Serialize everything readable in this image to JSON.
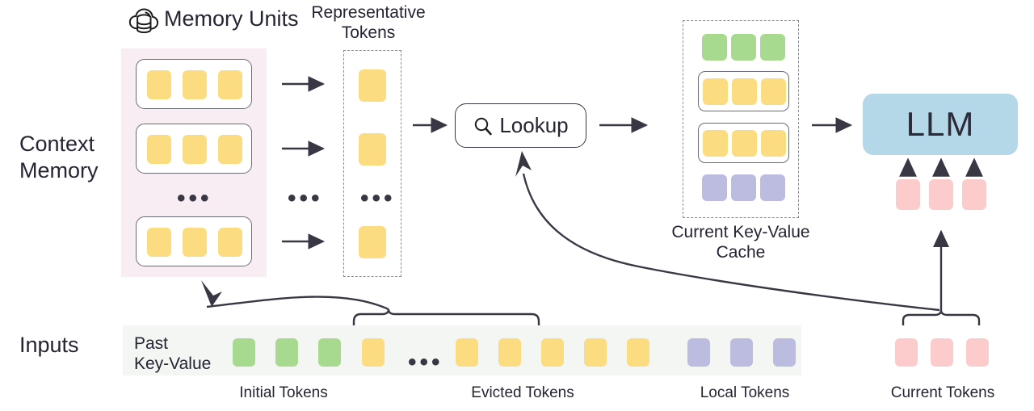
{
  "title": "Context Memory LLM Architecture Diagram",
  "row_labels": {
    "context_memory": "Context\nMemory",
    "inputs": "Inputs"
  },
  "memory_units": {
    "label": "Memory Units",
    "icon": "cloud-database-icon",
    "unit_count_shown": 3,
    "tokens_per_unit": 3,
    "ellipsis": "•••",
    "token_color": "#fbdc80",
    "background_color": "#f9edf4"
  },
  "representative_tokens": {
    "label": "Representative\nTokens",
    "token_count_shown": 3,
    "ellipsis": "•••",
    "token_color": "#fbdc80",
    "border_style": "dashed"
  },
  "lookup": {
    "label": "Lookup",
    "icon": "search-icon"
  },
  "kv_cache": {
    "label": "Current Key-Value\nCache",
    "border_style": "dashed",
    "rows": [
      {
        "name": "initial",
        "color": "#a7d98f",
        "count": 3,
        "boxed": false
      },
      {
        "name": "retrieved-1",
        "color": "#fbdc80",
        "count": 3,
        "boxed": true
      },
      {
        "name": "retrieved-2",
        "color": "#fbdc80",
        "count": 3,
        "boxed": true
      },
      {
        "name": "local",
        "color": "#bcbce0",
        "count": 3,
        "boxed": false
      }
    ]
  },
  "llm": {
    "label": "LLM",
    "color": "#b5d8e9",
    "input_token_count": 3,
    "input_token_color": "#fccccd"
  },
  "inputs_row": {
    "past_key_value_label": "Past\nKey-Value",
    "background_color": "#f4f6f4",
    "ellipsis": "•••",
    "groups": [
      {
        "name": "initial-tokens",
        "caption": "Initial Tokens",
        "color": "#a7d98f",
        "count": 3
      },
      {
        "name": "evicted-tokens",
        "caption": "Evicted Tokens",
        "color": "#fbdc80",
        "count": 6
      },
      {
        "name": "local-tokens",
        "caption": "Local Tokens",
        "color": "#bcbce0",
        "count": 3
      },
      {
        "name": "current-tokens",
        "caption": "Current Tokens",
        "color": "#fccccd",
        "count": 3
      }
    ]
  },
  "colors": {
    "yellow": "#fbdc80",
    "green": "#a7d98f",
    "purple": "#bcbce0",
    "pink": "#fccccd",
    "blue": "#b5d8e9",
    "memory_bg": "#f9edf4",
    "inputs_bg": "#f4f6f4",
    "stroke": "#3a3744"
  }
}
